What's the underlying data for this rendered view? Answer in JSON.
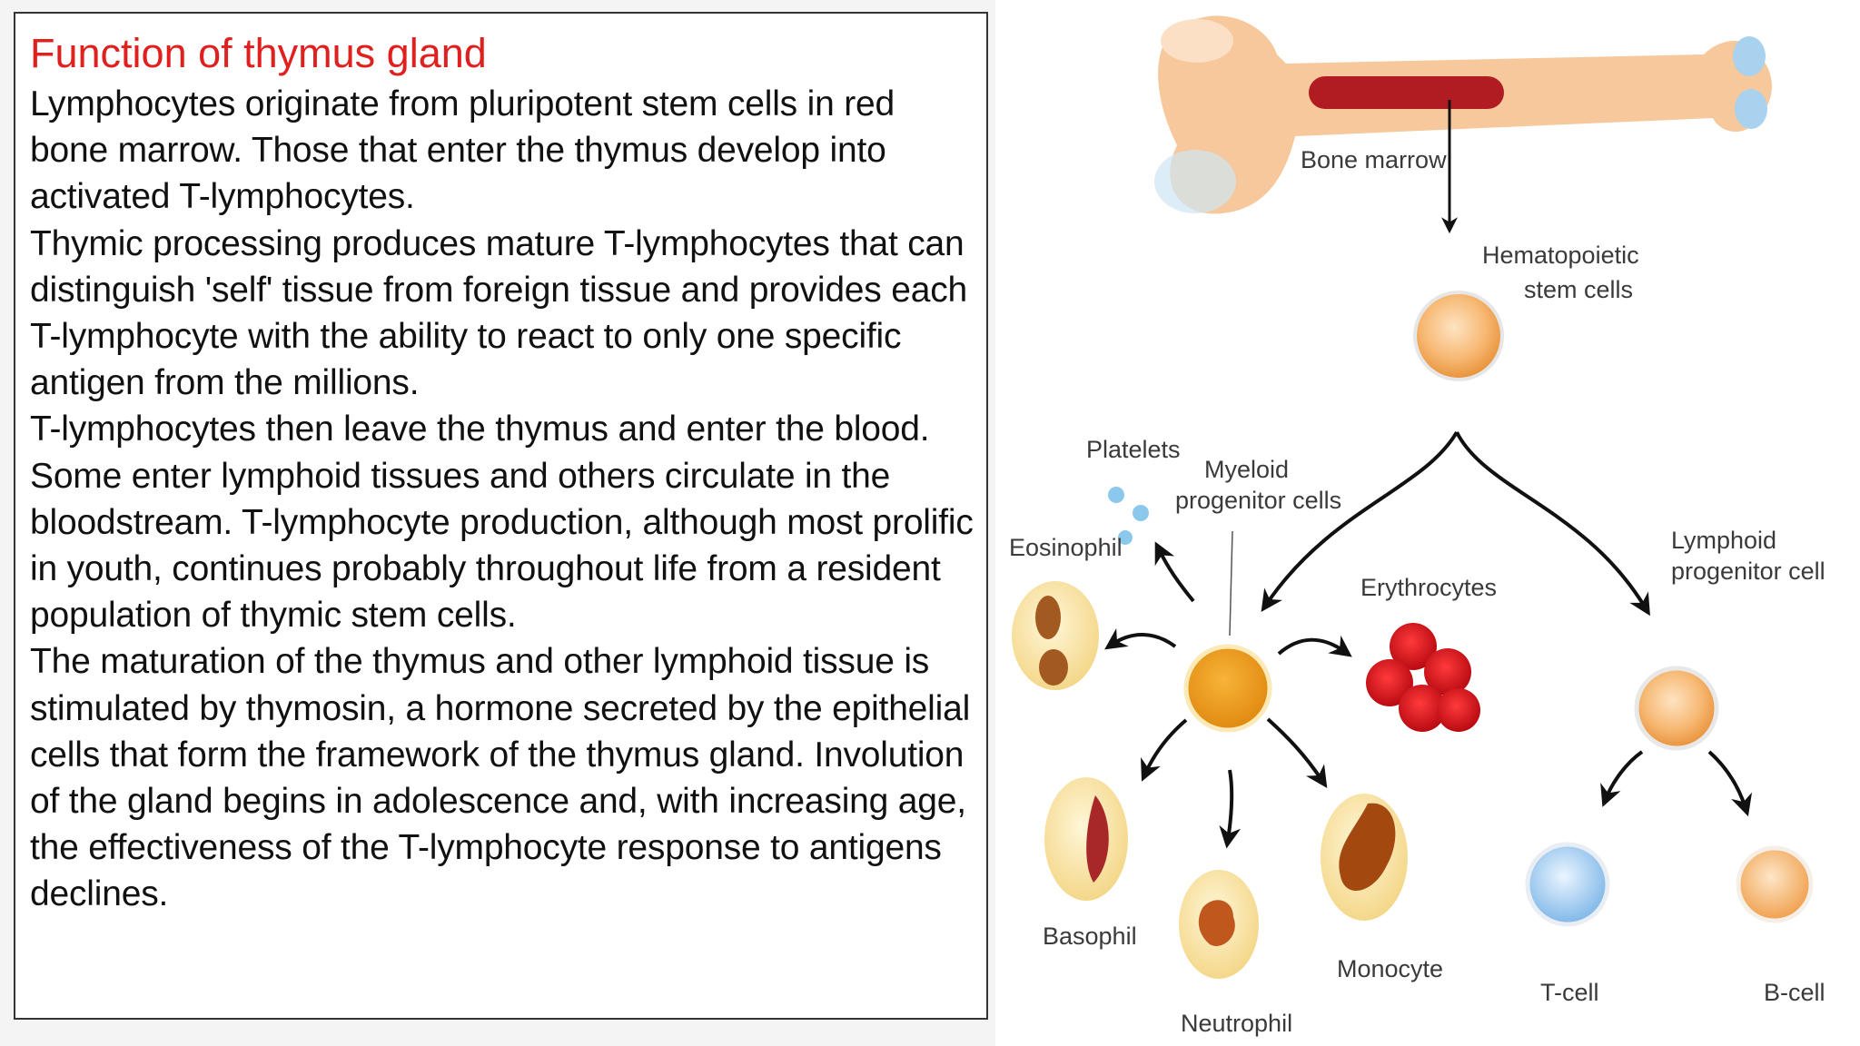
{
  "slide": {
    "title": "Function of thymus gland",
    "paragraphs": [
      "Lymphocytes originate from pluripotent stem cells in red bone marrow. Those that enter the thymus develop into activated T-lymphocytes.",
      "Thymic processing produces mature T-lymphocytes that can distinguish 'self' tissue from foreign tissue and provides each T-lymphocyte with the ability to react to only one specific antigen from the millions.",
      "T-lymphocytes then leave the thymus and enter the blood. Some enter lymphoid tissues and others circulate in the bloodstream. T-lymphocyte production, although most prolific in youth, continues probably throughout life from a resident population of thymic stem cells.",
      "The maturation of the thymus and other lymphoid tissue is stimulated by thymosin, a hormone secreted by the epithelial cells that form the framework of the thymus gland. Involution of the gland begins in adolescence and, with increasing age, the effectiveness of the T-lymphocyte response to antigens declines."
    ]
  },
  "diagram": {
    "labels": {
      "bone_marrow": "Bone marrow",
      "hematopoietic_1": "Hematopoietic",
      "hematopoietic_2": "stem cells",
      "platelets": "Platelets",
      "myeloid_1": "Myeloid",
      "myeloid_2": "progenitor cells",
      "eosinophil": "Eosinophil",
      "erythrocytes": "Erythrocytes",
      "lymphoid_1": "Lymphoid",
      "lymphoid_2": "progenitor cell",
      "basophil": "Basophil",
      "neutrophil": "Neutrophil",
      "monocyte": "Monocyte",
      "t_cell": "T-cell",
      "b_cell": "B-cell"
    },
    "colors": {
      "title_red": "#e0201f",
      "bone": "#f7c89b",
      "marrow": "#b01c22",
      "stem_cell": "#f5b46a",
      "myeloid_cell": "#f0a020",
      "erythrocyte": "#d0101a",
      "t_cell": "#9ccbf0",
      "b_cell": "#f5b46a"
    }
  }
}
